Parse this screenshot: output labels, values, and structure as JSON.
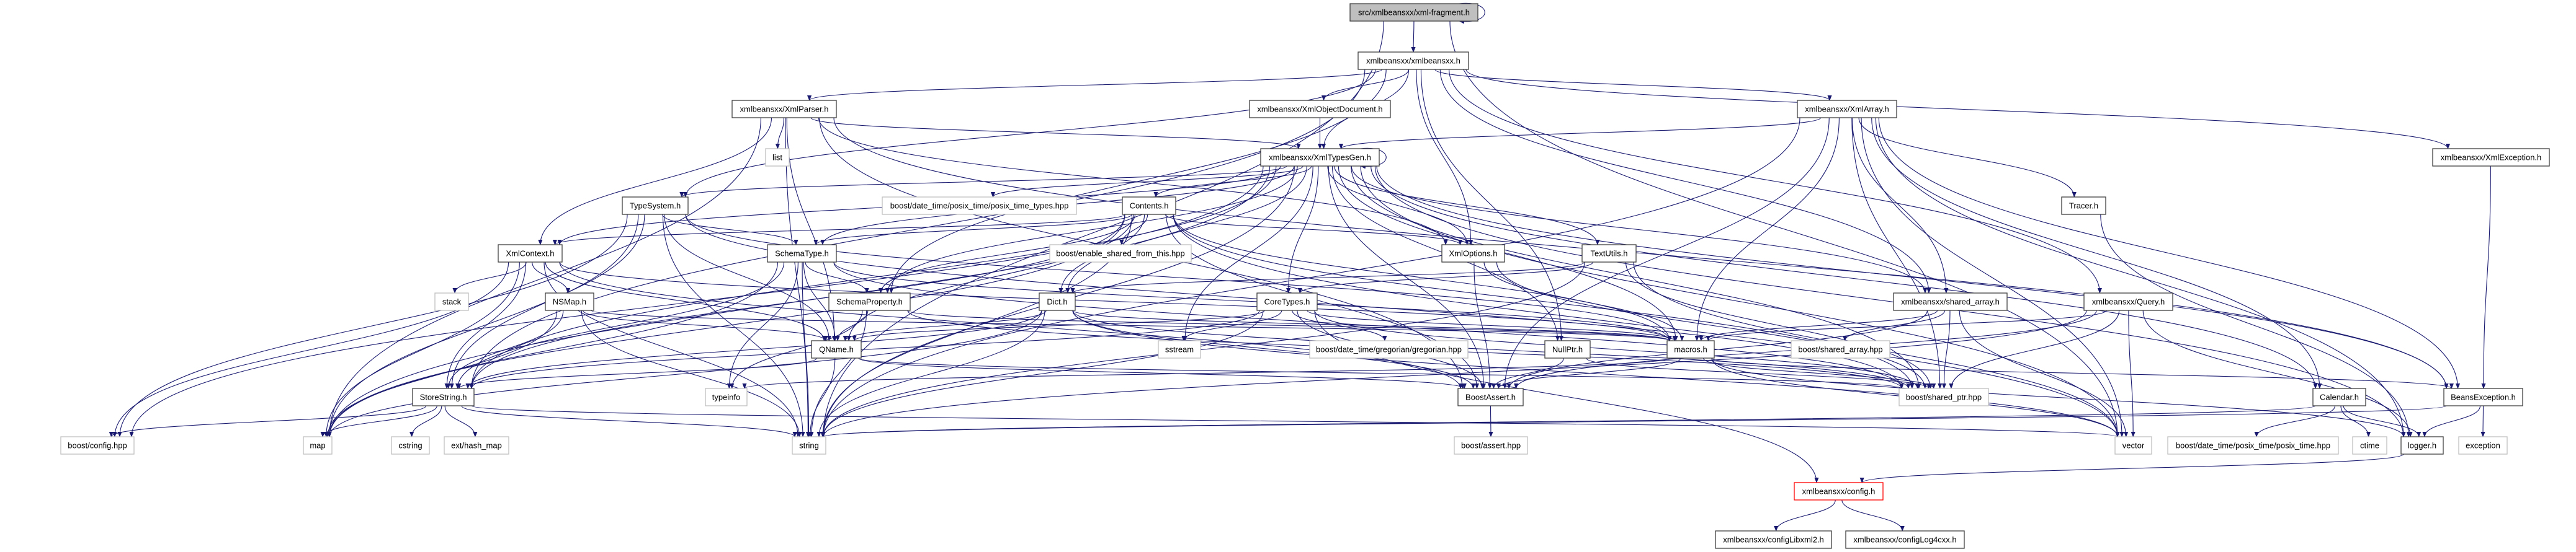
{
  "graph": {
    "colors": {
      "edge": "#191970",
      "root_fill": "#bfbfbf",
      "project_border": "#404040",
      "system_border": "#bfbfbf",
      "highlight_border": "#ff0000"
    },
    "nodes": [
      {
        "id": "root",
        "label": "src/xmlbeansxx/xml-fragment.h",
        "kind": "root"
      },
      {
        "id": "xmlbeansxx",
        "label": "xmlbeansxx/xmlbeansxx.h",
        "kind": "project"
      },
      {
        "id": "XmlObjectDocument",
        "label": "xmlbeansxx/XmlObjectDocument.h",
        "kind": "project"
      },
      {
        "id": "XmlParser",
        "label": "xmlbeansxx/XmlParser.h",
        "kind": "project"
      },
      {
        "id": "XmlArray",
        "label": "xmlbeansxx/XmlArray.h",
        "kind": "project"
      },
      {
        "id": "list",
        "label": "list",
        "kind": "system"
      },
      {
        "id": "XmlTypesGen",
        "label": "xmlbeansxx/XmlTypesGen.h",
        "kind": "project"
      },
      {
        "id": "XmlException",
        "label": "xmlbeansxx/XmlException.h",
        "kind": "project"
      },
      {
        "id": "TypeSystem",
        "label": "TypeSystem.h",
        "kind": "project"
      },
      {
        "id": "posix_time_types",
        "label": "boost/date_time/posix_time/posix_time_types.hpp",
        "kind": "system"
      },
      {
        "id": "Contents",
        "label": "Contents.h",
        "kind": "project"
      },
      {
        "id": "Tracer",
        "label": "Tracer.h",
        "kind": "project"
      },
      {
        "id": "XmlContext",
        "label": "XmlContext.h",
        "kind": "project"
      },
      {
        "id": "SchemaType",
        "label": "SchemaType.h",
        "kind": "project"
      },
      {
        "id": "enable_shared",
        "label": "boost/enable_shared_from_this.hpp",
        "kind": "system"
      },
      {
        "id": "XmlOptions",
        "label": "XmlOptions.h",
        "kind": "project"
      },
      {
        "id": "TextUtils",
        "label": "TextUtils.h",
        "kind": "project"
      },
      {
        "id": "stack",
        "label": "stack",
        "kind": "system"
      },
      {
        "id": "NSMap",
        "label": "NSMap.h",
        "kind": "project"
      },
      {
        "id": "SchemaProperty",
        "label": "SchemaProperty.h",
        "kind": "project"
      },
      {
        "id": "Dict",
        "label": "Dict.h",
        "kind": "project"
      },
      {
        "id": "CoreTypes",
        "label": "CoreTypes.h",
        "kind": "project"
      },
      {
        "id": "shared_array_h",
        "label": "xmlbeansxx/shared_array.h",
        "kind": "project"
      },
      {
        "id": "Query",
        "label": "xmlbeansxx/Query.h",
        "kind": "project"
      },
      {
        "id": "QName",
        "label": "QName.h",
        "kind": "project"
      },
      {
        "id": "sstream",
        "label": "sstream",
        "kind": "system"
      },
      {
        "id": "gregorian",
        "label": "boost/date_time/gregorian/gregorian.hpp",
        "kind": "system"
      },
      {
        "id": "NullPtr",
        "label": "NullPtr.h",
        "kind": "project"
      },
      {
        "id": "macros",
        "label": "macros.h",
        "kind": "project"
      },
      {
        "id": "shared_array_hpp",
        "label": "boost/shared_array.hpp",
        "kind": "system"
      },
      {
        "id": "StoreString",
        "label": "StoreString.h",
        "kind": "project"
      },
      {
        "id": "typeinfo",
        "label": "typeinfo",
        "kind": "system"
      },
      {
        "id": "BoostAssert",
        "label": "BoostAssert.h",
        "kind": "project"
      },
      {
        "id": "shared_ptr",
        "label": "boost/shared_ptr.hpp",
        "kind": "system"
      },
      {
        "id": "Calendar",
        "label": "Calendar.h",
        "kind": "project"
      },
      {
        "id": "BeansException",
        "label": "BeansException.h",
        "kind": "project"
      },
      {
        "id": "boost_config",
        "label": "boost/config.hpp",
        "kind": "system"
      },
      {
        "id": "map",
        "label": "map",
        "kind": "system"
      },
      {
        "id": "cstring",
        "label": "cstring",
        "kind": "system"
      },
      {
        "id": "hash_map",
        "label": "ext/hash_map",
        "kind": "system"
      },
      {
        "id": "string",
        "label": "string",
        "kind": "system"
      },
      {
        "id": "boost_assert",
        "label": "boost/assert.hpp",
        "kind": "system"
      },
      {
        "id": "vector",
        "label": "vector",
        "kind": "system"
      },
      {
        "id": "posix_time",
        "label": "boost/date_time/posix_time/posix_time.hpp",
        "kind": "system"
      },
      {
        "id": "ctime",
        "label": "ctime",
        "kind": "system"
      },
      {
        "id": "logger",
        "label": "logger.h",
        "kind": "project"
      },
      {
        "id": "exception",
        "label": "exception",
        "kind": "system"
      },
      {
        "id": "config",
        "label": "xmlbeansxx/config.h",
        "kind": "highlight"
      },
      {
        "id": "libxml2",
        "label": "xmlbeansxx/configLibxml2.h",
        "kind": "project"
      },
      {
        "id": "log4cxx",
        "label": "xmlbeansxx/configLog4cxx.h",
        "kind": "project"
      }
    ],
    "edges": [
      [
        "root",
        "root"
      ],
      [
        "root",
        "xmlbeansxx"
      ],
      [
        "root",
        "string"
      ],
      [
        "root",
        "vector"
      ],
      [
        "xmlbeansxx",
        "XmlObjectDocument"
      ],
      [
        "xmlbeansxx",
        "XmlTypesGen"
      ],
      [
        "xmlbeansxx",
        "XmlParser"
      ],
      [
        "xmlbeansxx",
        "XmlArray"
      ],
      [
        "xmlbeansxx",
        "XmlException"
      ],
      [
        "xmlbeansxx",
        "Query"
      ],
      [
        "xmlbeansxx",
        "TypeSystem"
      ],
      [
        "xmlbeansxx",
        "StoreString"
      ],
      [
        "xmlbeansxx",
        "shared_array_h"
      ],
      [
        "xmlbeansxx",
        "NullPtr"
      ],
      [
        "xmlbeansxx",
        "SchemaProperty"
      ],
      [
        "xmlbeansxx",
        "XmlOptions"
      ],
      [
        "XmlObjectDocument",
        "XmlTypesGen"
      ],
      [
        "XmlParser",
        "list"
      ],
      [
        "XmlParser",
        "XmlContext"
      ],
      [
        "XmlParser",
        "XmlTypesGen"
      ],
      [
        "XmlParser",
        "XmlOptions"
      ],
      [
        "XmlParser",
        "string"
      ],
      [
        "XmlParser",
        "map"
      ],
      [
        "XmlParser",
        "QName"
      ],
      [
        "XmlParser",
        "BoostAssert"
      ],
      [
        "XmlParser",
        "BeansException"
      ],
      [
        "XmlArray",
        "XmlTypesGen"
      ],
      [
        "XmlArray",
        "Tracer"
      ],
      [
        "XmlArray",
        "shared_array_h"
      ],
      [
        "XmlArray",
        "shared_ptr"
      ],
      [
        "XmlArray",
        "macros"
      ],
      [
        "XmlArray",
        "BoostAssert"
      ],
      [
        "XmlArray",
        "vector"
      ],
      [
        "XmlArray",
        "BeansException"
      ],
      [
        "XmlArray",
        "logger"
      ],
      [
        "XmlArray",
        "string"
      ],
      [
        "XmlArray",
        "Calendar"
      ],
      [
        "XmlTypesGen",
        "XmlTypesGen"
      ],
      [
        "XmlTypesGen",
        "posix_time_types"
      ],
      [
        "XmlTypesGen",
        "Contents"
      ],
      [
        "XmlTypesGen",
        "TypeSystem"
      ],
      [
        "XmlTypesGen",
        "SchemaType"
      ],
      [
        "XmlTypesGen",
        "SchemaProperty"
      ],
      [
        "XmlTypesGen",
        "XmlContext"
      ],
      [
        "XmlTypesGen",
        "XmlOptions"
      ],
      [
        "XmlTypesGen",
        "TextUtils"
      ],
      [
        "XmlTypesGen",
        "CoreTypes"
      ],
      [
        "XmlTypesGen",
        "sstream"
      ],
      [
        "XmlTypesGen",
        "BoostAssert"
      ],
      [
        "XmlTypesGen",
        "macros"
      ],
      [
        "XmlTypesGen",
        "shared_ptr"
      ],
      [
        "XmlTypesGen",
        "string"
      ],
      [
        "XmlTypesGen",
        "map"
      ],
      [
        "XmlTypesGen",
        "vector"
      ],
      [
        "XmlTypesGen",
        "StoreString"
      ],
      [
        "XmlTypesGen",
        "boost_config"
      ],
      [
        "XmlTypesGen",
        "Calendar"
      ],
      [
        "XmlTypesGen",
        "BeansException"
      ],
      [
        "XmlTypesGen",
        "logger"
      ],
      [
        "XmlTypesGen",
        "shared_array_h"
      ],
      [
        "XmlTypesGen",
        "NullPtr"
      ],
      [
        "XmlTypesGen",
        "Dict"
      ],
      [
        "XmlException",
        "BeansException"
      ],
      [
        "Tracer",
        "logger"
      ],
      [
        "TypeSystem",
        "SchemaType"
      ],
      [
        "TypeSystem",
        "StoreString"
      ],
      [
        "TypeSystem",
        "QName"
      ],
      [
        "TypeSystem",
        "map"
      ],
      [
        "TypeSystem",
        "string"
      ],
      [
        "TypeSystem",
        "boost_config"
      ],
      [
        "TypeSystem",
        "shared_ptr"
      ],
      [
        "TypeSystem",
        "macros"
      ],
      [
        "Contents",
        "enable_shared"
      ],
      [
        "Contents",
        "XmlOptions"
      ],
      [
        "Contents",
        "Dict"
      ],
      [
        "Contents",
        "SchemaType"
      ],
      [
        "Contents",
        "SchemaProperty"
      ],
      [
        "Contents",
        "QName"
      ],
      [
        "Contents",
        "StoreString"
      ],
      [
        "Contents",
        "map"
      ],
      [
        "Contents",
        "string"
      ],
      [
        "Contents",
        "vector"
      ],
      [
        "Contents",
        "shared_ptr"
      ],
      [
        "Contents",
        "macros"
      ],
      [
        "Contents",
        "BoostAssert"
      ],
      [
        "Contents",
        "XmlContext"
      ],
      [
        "XmlContext",
        "stack"
      ],
      [
        "XmlContext",
        "NSMap"
      ],
      [
        "XmlContext",
        "StoreString"
      ],
      [
        "XmlContext",
        "map"
      ],
      [
        "XmlContext",
        "string"
      ],
      [
        "XmlContext",
        "QName"
      ],
      [
        "XmlContext",
        "BoostAssert"
      ],
      [
        "XmlContext",
        "boost_config"
      ],
      [
        "XmlContext",
        "macros"
      ],
      [
        "SchemaType",
        "SchemaProperty"
      ],
      [
        "SchemaType",
        "QName"
      ],
      [
        "SchemaType",
        "typeinfo"
      ],
      [
        "SchemaType",
        "string"
      ],
      [
        "SchemaType",
        "map"
      ],
      [
        "SchemaType",
        "StoreString"
      ],
      [
        "SchemaType",
        "shared_ptr"
      ],
      [
        "SchemaType",
        "macros"
      ],
      [
        "XmlOptions",
        "BoostAssert"
      ],
      [
        "XmlOptions",
        "shared_ptr"
      ],
      [
        "XmlOptions",
        "macros"
      ],
      [
        "TextUtils",
        "CoreTypes"
      ],
      [
        "TextUtils",
        "Dict"
      ],
      [
        "TextUtils",
        "string"
      ],
      [
        "TextUtils",
        "vector"
      ],
      [
        "TextUtils",
        "shared_ptr"
      ],
      [
        "NSMap",
        "QName"
      ],
      [
        "NSMap",
        "StoreString"
      ],
      [
        "NSMap",
        "map"
      ],
      [
        "NSMap",
        "string"
      ],
      [
        "NSMap",
        "macros"
      ],
      [
        "SchemaProperty",
        "QName"
      ],
      [
        "SchemaProperty",
        "typeinfo"
      ],
      [
        "SchemaProperty",
        "string"
      ],
      [
        "SchemaProperty",
        "macros"
      ],
      [
        "SchemaProperty",
        "shared_ptr"
      ],
      [
        "Dict",
        "QName"
      ],
      [
        "Dict",
        "StoreString"
      ],
      [
        "Dict",
        "string"
      ],
      [
        "Dict",
        "map"
      ],
      [
        "Dict",
        "BoostAssert"
      ],
      [
        "Dict",
        "macros"
      ],
      [
        "Dict",
        "vector"
      ],
      [
        "Dict",
        "shared_ptr"
      ],
      [
        "CoreTypes",
        "sstream"
      ],
      [
        "CoreTypes",
        "gregorian"
      ],
      [
        "CoreTypes",
        "QName"
      ],
      [
        "CoreTypes",
        "string"
      ],
      [
        "CoreTypes",
        "BoostAssert"
      ],
      [
        "CoreTypes",
        "shared_ptr"
      ],
      [
        "CoreTypes",
        "config"
      ],
      [
        "CoreTypes",
        "macros"
      ],
      [
        "CoreTypes",
        "StoreString"
      ],
      [
        "shared_array_h",
        "shared_array_hpp"
      ],
      [
        "shared_array_h",
        "shared_ptr"
      ],
      [
        "shared_array_h",
        "vector"
      ],
      [
        "shared_array_h",
        "BoostAssert"
      ],
      [
        "shared_array_h",
        "macros"
      ],
      [
        "Query",
        "shared_ptr"
      ],
      [
        "Query",
        "vector"
      ],
      [
        "Query",
        "string"
      ],
      [
        "Query",
        "macros"
      ],
      [
        "Query",
        "logger"
      ],
      [
        "Query",
        "BoostAssert"
      ],
      [
        "QName",
        "StoreString"
      ],
      [
        "QName",
        "string"
      ],
      [
        "QName",
        "BoostAssert"
      ],
      [
        "QName",
        "shared_ptr"
      ],
      [
        "NullPtr",
        "BoostAssert"
      ],
      [
        "NullPtr",
        "shared_ptr"
      ],
      [
        "macros",
        "BoostAssert"
      ],
      [
        "macros",
        "shared_ptr"
      ],
      [
        "macros",
        "vector"
      ],
      [
        "macros",
        "typeinfo"
      ],
      [
        "macros",
        "BeansException"
      ],
      [
        "macros",
        "logger"
      ],
      [
        "StoreString",
        "boost_config"
      ],
      [
        "StoreString",
        "map"
      ],
      [
        "StoreString",
        "cstring"
      ],
      [
        "StoreString",
        "hash_map"
      ],
      [
        "StoreString",
        "string"
      ],
      [
        "StoreString",
        "vector"
      ],
      [
        "BoostAssert",
        "boost_assert"
      ],
      [
        "Calendar",
        "posix_time"
      ],
      [
        "Calendar",
        "ctime"
      ],
      [
        "Calendar",
        "logger"
      ],
      [
        "Calendar",
        "string"
      ],
      [
        "BeansException",
        "logger"
      ],
      [
        "BeansException",
        "exception"
      ],
      [
        "BeansException",
        "string"
      ],
      [
        "logger",
        "config"
      ],
      [
        "config",
        "libxml2"
      ],
      [
        "config",
        "log4cxx"
      ]
    ]
  }
}
